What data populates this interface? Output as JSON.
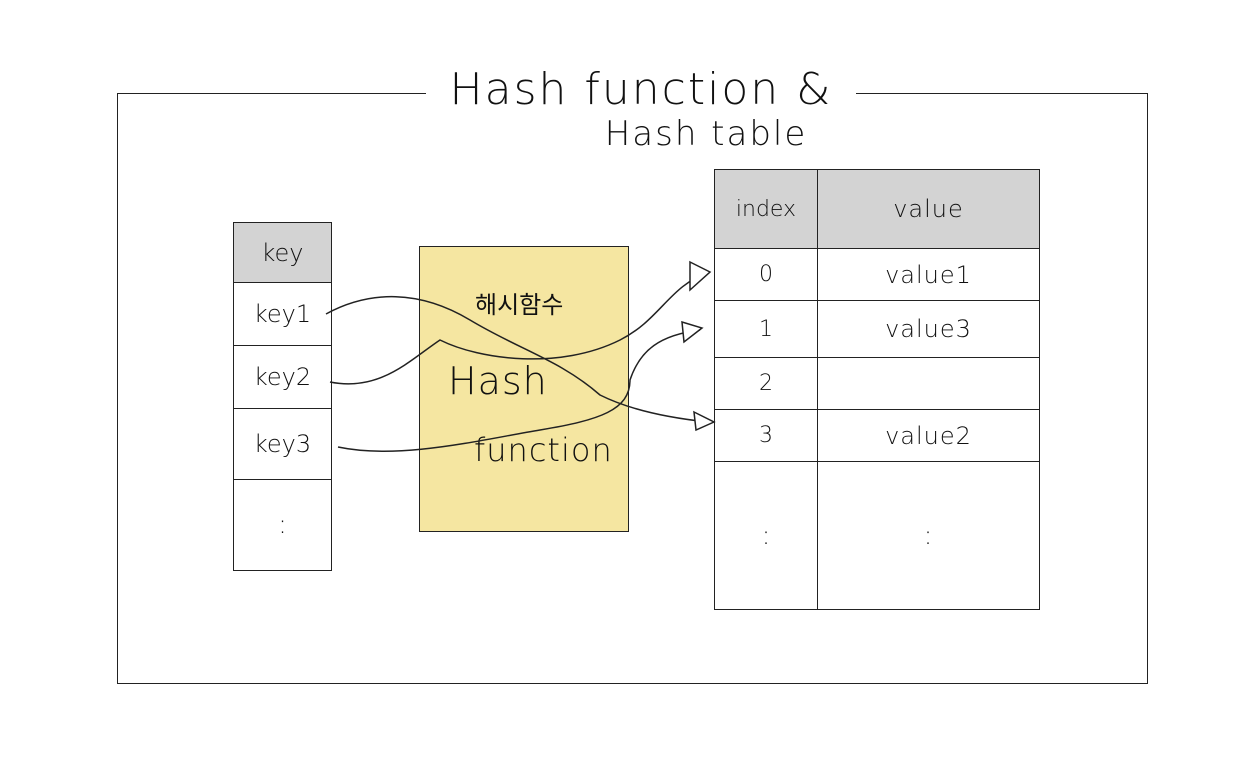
{
  "title": {
    "line1": "Hash function &",
    "line2": "Hash table"
  },
  "keys": {
    "header": "key",
    "items": [
      "key1",
      "key2",
      "key3"
    ],
    "ellipsis": ":"
  },
  "hash_function": {
    "korean": "해시함수",
    "word1": "Hash",
    "word2": "function"
  },
  "table": {
    "headers": {
      "index": "index",
      "value": "value"
    },
    "rows": [
      {
        "index": "0",
        "value": "value1"
      },
      {
        "index": "1",
        "value": "value3"
      },
      {
        "index": "2",
        "value": ""
      },
      {
        "index": "3",
        "value": "value2"
      }
    ],
    "ellipsis": ":"
  },
  "mapping": [
    {
      "key": "key1",
      "index": "3"
    },
    {
      "key": "key2",
      "index": "0"
    },
    {
      "key": "key3",
      "index": "1"
    }
  ],
  "colors": {
    "hash_box_fill": "#f5e6a1",
    "header_fill": "#d3d3d3",
    "line": "#222222"
  }
}
